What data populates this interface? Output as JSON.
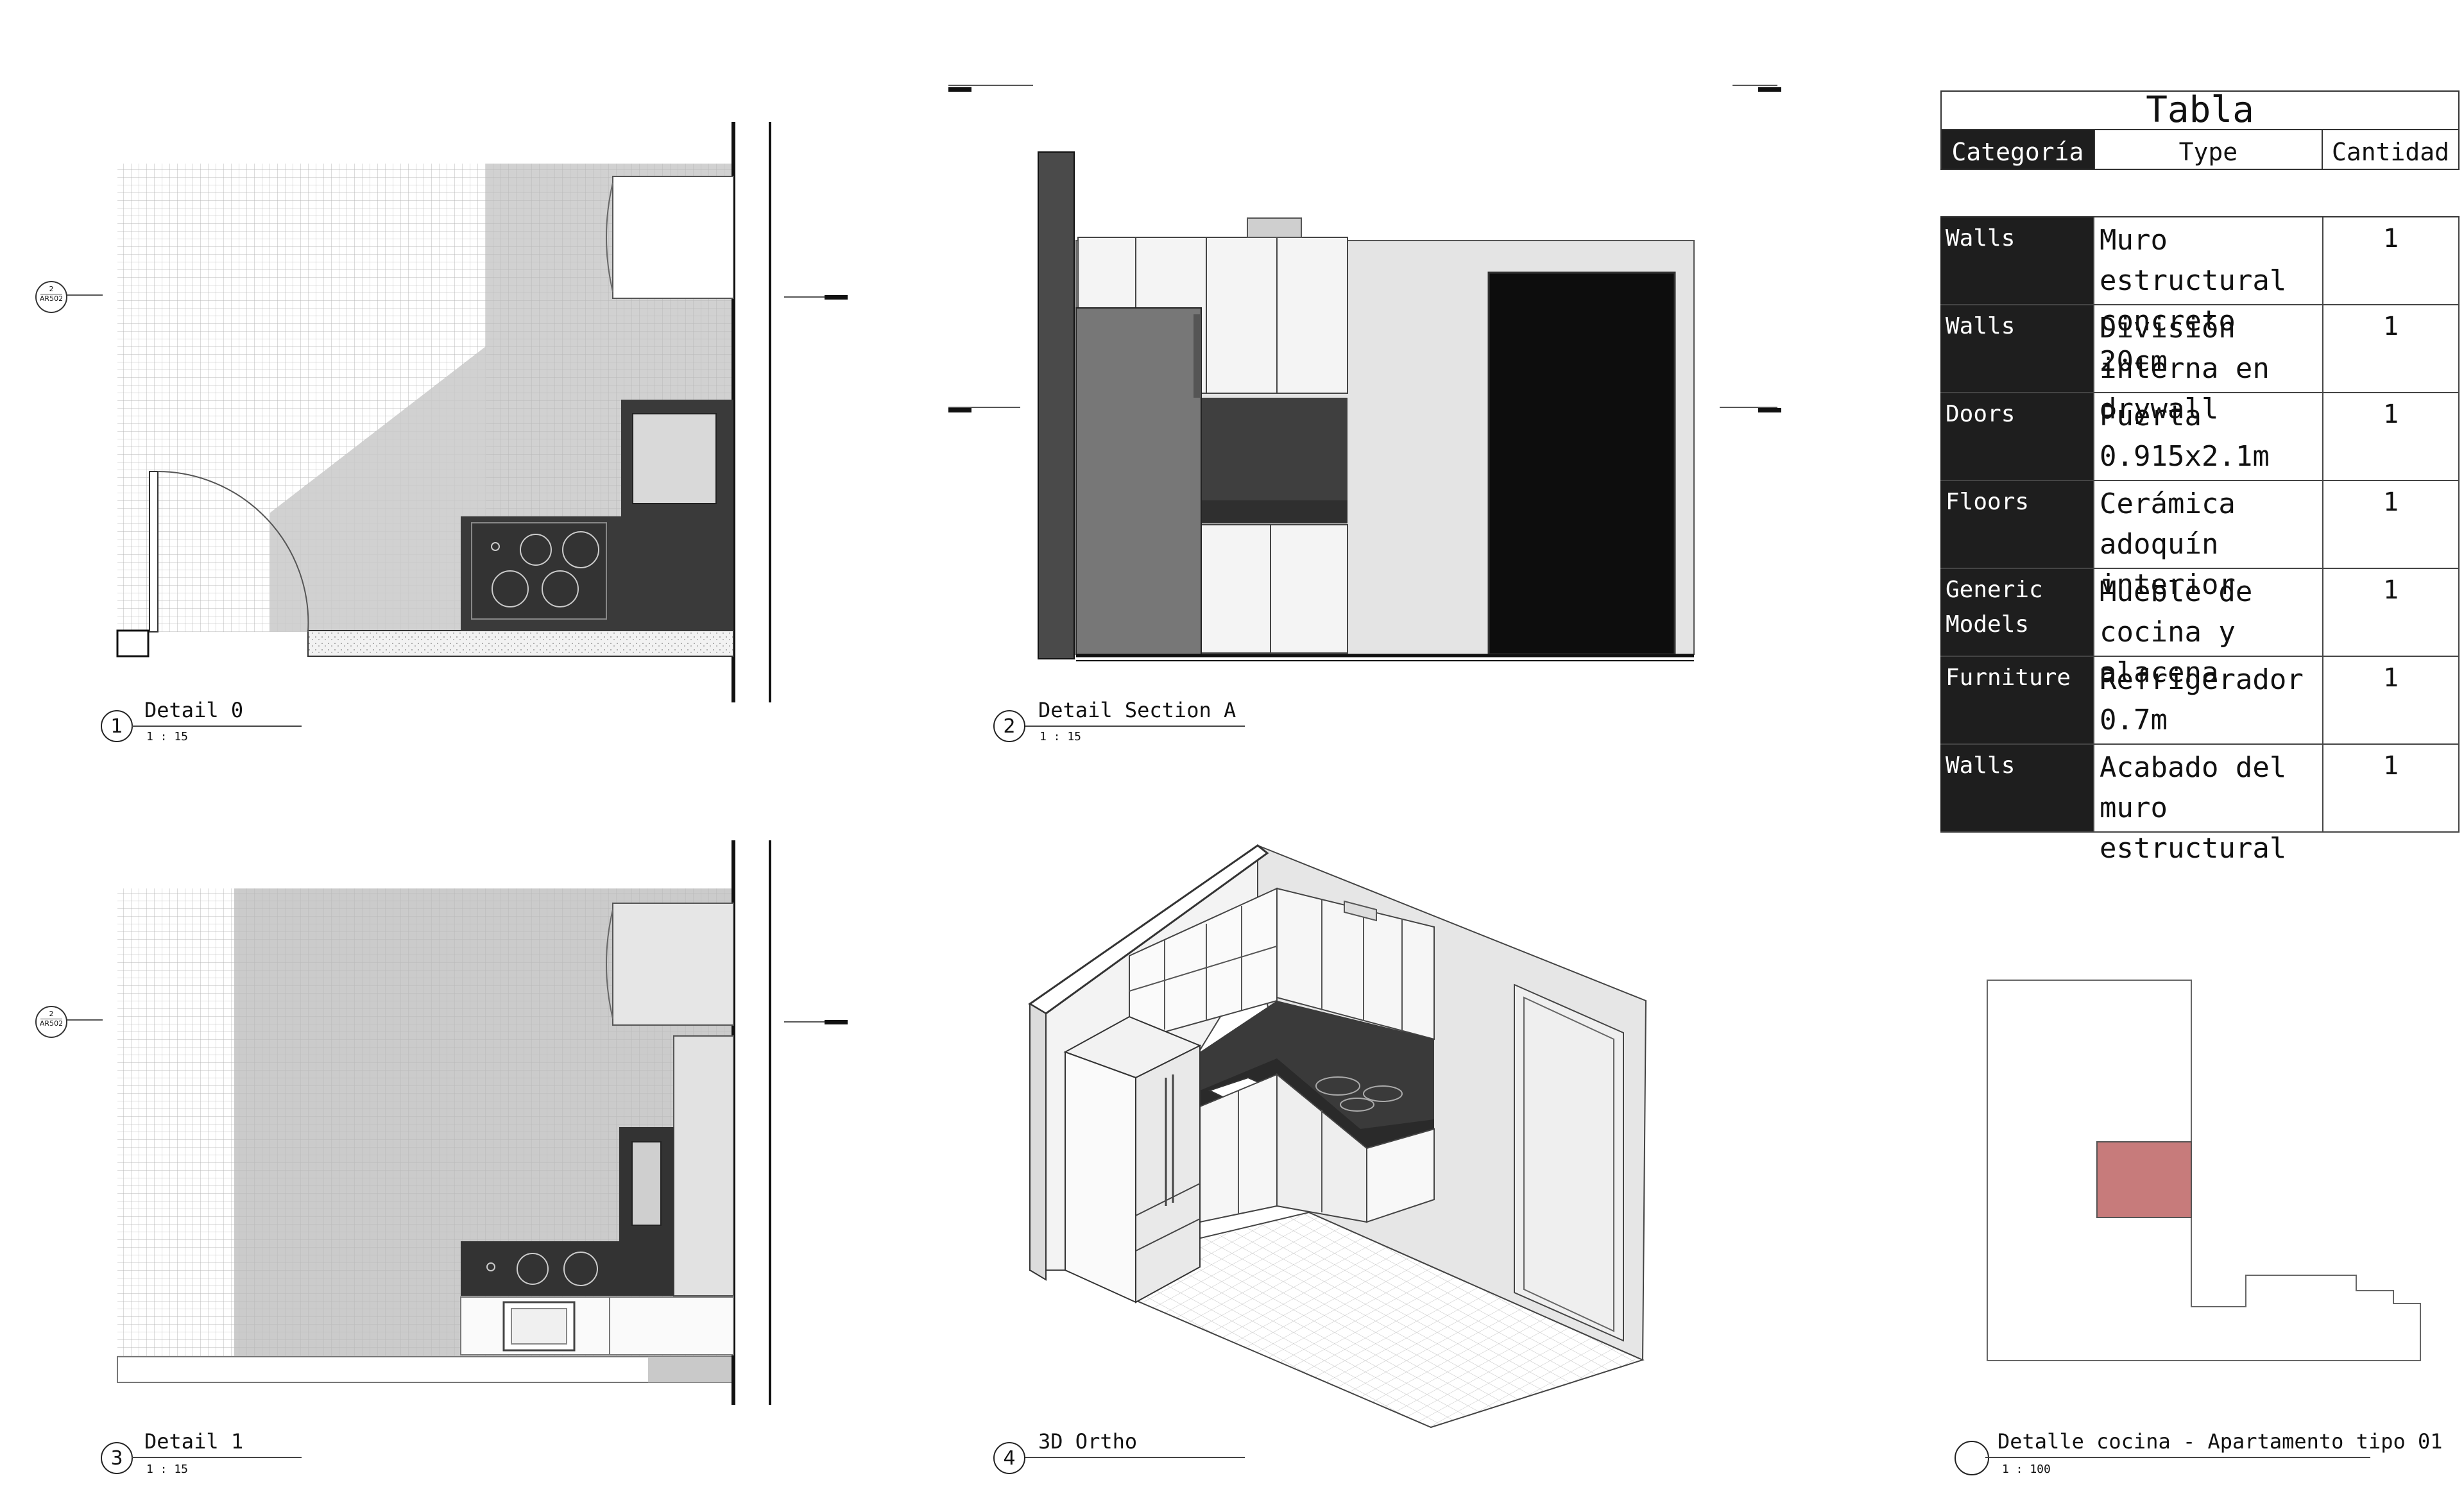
{
  "views": [
    {
      "number": "1",
      "title": "Detail 0",
      "scale": "1 : 15"
    },
    {
      "number": "2",
      "title": "Detail Section A",
      "scale": "1 : 15"
    },
    {
      "number": "3",
      "title": "Detail 1",
      "scale": "1 : 15"
    },
    {
      "number": "4",
      "title": "3D Ortho",
      "scale": ""
    },
    {
      "number": "",
      "title": "Detalle cocina - Apartamento tipo 01",
      "scale": "1 : 100"
    }
  ],
  "section_tags": [
    {
      "top": "2",
      "bottom": "AR502"
    },
    {
      "top": "2",
      "bottom": "AR502"
    }
  ],
  "schedule": {
    "title": "Tabla",
    "headers": {
      "category": "Categoría",
      "type": "Type",
      "quantity": "Cantidad"
    },
    "rows": [
      {
        "category": "Walls",
        "type": "Muro estructural concreto 20cm",
        "quantity": "1"
      },
      {
        "category": "Walls",
        "type": "División interna en drywall",
        "quantity": "1"
      },
      {
        "category": "Doors",
        "type": "Puerta 0.915x2.1m",
        "quantity": "1"
      },
      {
        "category": "Floors",
        "type": "Cerámica adoquín interior",
        "quantity": "1"
      },
      {
        "category": "Generic Models",
        "type": "Mueble de cocina y alacena",
        "quantity": "1"
      },
      {
        "category": "Furniture",
        "type": "Refrigerador 0.7m",
        "quantity": "1"
      },
      {
        "category": "Walls",
        "type": "Acabado del muro estructural",
        "quantity": "1"
      }
    ]
  },
  "colors": {
    "highlight": "#c77b7b",
    "dark": "#1e1e1e",
    "counter": "#3a3a3a",
    "floor": "#cfcfcf"
  }
}
